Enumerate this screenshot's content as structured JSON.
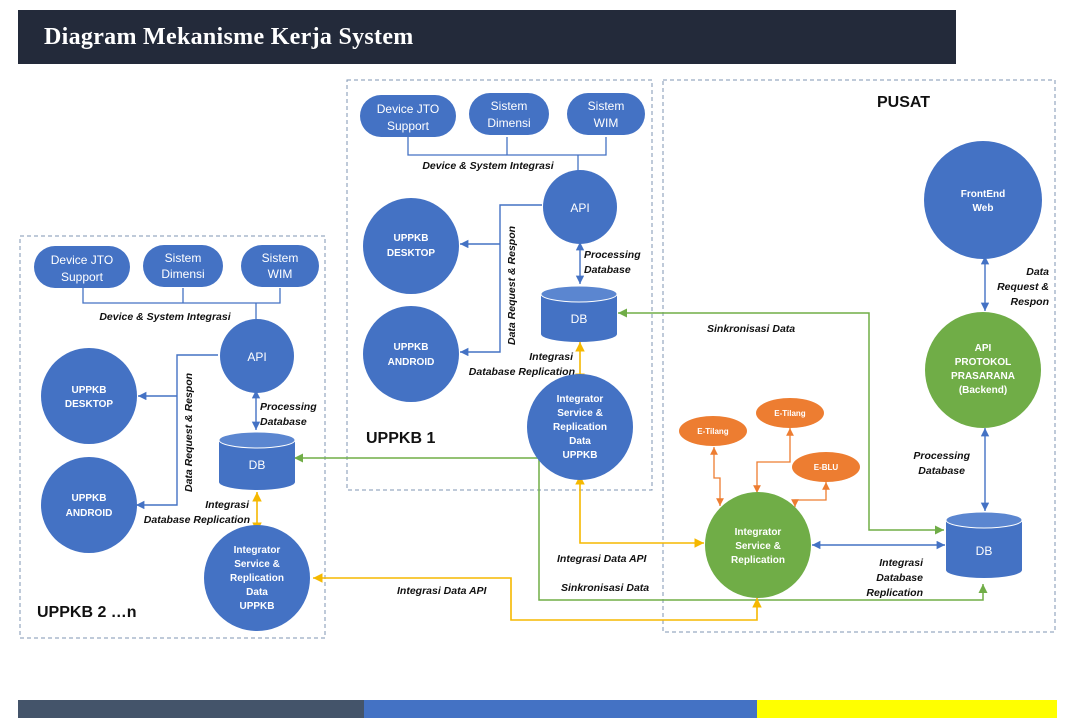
{
  "title": "Diagram Mekanisme Kerja System",
  "sections": {
    "pusat": "PUSAT",
    "uppkb1": "UPPKB 1",
    "uppkb2": "UPPKB 2 …n"
  },
  "uppkb2": {
    "device_jto": [
      "Device JTO",
      "Support"
    ],
    "sistem_dimensi": [
      "Sistem",
      "Dimensi"
    ],
    "sistem_wim": [
      "Sistem",
      "WIM"
    ],
    "integration_label": "Device & System Integrasi",
    "api": "API",
    "desktop": [
      "UPPKB",
      "DESKTOP"
    ],
    "android": [
      "UPPKB",
      "ANDROID"
    ],
    "data_request": "Data Request & Respon",
    "processing": [
      "Processing",
      "Database"
    ],
    "db": "DB",
    "db_replication": [
      "Integrasi",
      "Database Replication"
    ],
    "integrator": [
      "Integrator",
      "Service &",
      "Replication",
      "Data",
      "UPPKB"
    ]
  },
  "uppkb1": {
    "device_jto": [
      "Device JTO",
      "Support"
    ],
    "sistem_dimensi": [
      "Sistem",
      "Dimensi"
    ],
    "sistem_wim": [
      "Sistem",
      "WIM"
    ],
    "integration_label": "Device & System Integrasi",
    "api": "API",
    "desktop": [
      "UPPKB",
      "DESKTOP"
    ],
    "android": [
      "UPPKB",
      "ANDROID"
    ],
    "data_request": "Data Request & Respon",
    "processing": [
      "Processing",
      "Database"
    ],
    "db": "DB",
    "db_replication": [
      "Integrasi",
      "Database Replication"
    ],
    "integrator": [
      "Integrator",
      "Service &",
      "Replication",
      "Data",
      "UPPKB"
    ]
  },
  "pusat": {
    "frontend": [
      "FrontEnd",
      "Web"
    ],
    "data_request": [
      "Data",
      "Request &",
      "Respon"
    ],
    "api_protokol": [
      "API",
      "PROTOKOL",
      "PRASARANA",
      "(Backend)"
    ],
    "processing": [
      "Processing",
      "Database"
    ],
    "db": "DB",
    "db_replication": [
      "Integrasi",
      "Database",
      "Replication"
    ],
    "integrator": [
      "Integrator",
      "Service &",
      "Replication"
    ],
    "e_tilang_1": "E-Tilang",
    "e_tilang_2": "E-Tilang",
    "e_blu": "E-BLU"
  },
  "flows": {
    "sinkronisasi_1": "Sinkronisasi Data",
    "sinkronisasi_2": "Sinkronisasi Data",
    "integrasi_api_1": "Integrasi Data API",
    "integrasi_api_2": "Integrasi Data API"
  },
  "colors": {
    "title_bg": "#232a3a",
    "blue_node": "#4472c4",
    "green_node": "#70ad47",
    "orange_node": "#ed7d31",
    "yellow_arrow": "#f5b800",
    "footer": [
      "#44546a",
      "#4472c4",
      "#ffff00"
    ]
  }
}
